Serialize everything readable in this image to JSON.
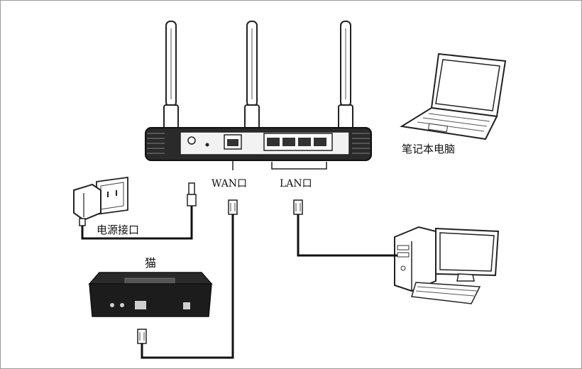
{
  "labels": {
    "laptop": "笔记本电脑",
    "wan_port": "WAN口",
    "lan_port": "LAN口",
    "power_socket": "电源接口",
    "modem": "猫"
  },
  "colors": {
    "line": "#111111",
    "device_dark": "#1c1c1c",
    "device_mid": "#3a3a3a",
    "outline": "#222222"
  }
}
